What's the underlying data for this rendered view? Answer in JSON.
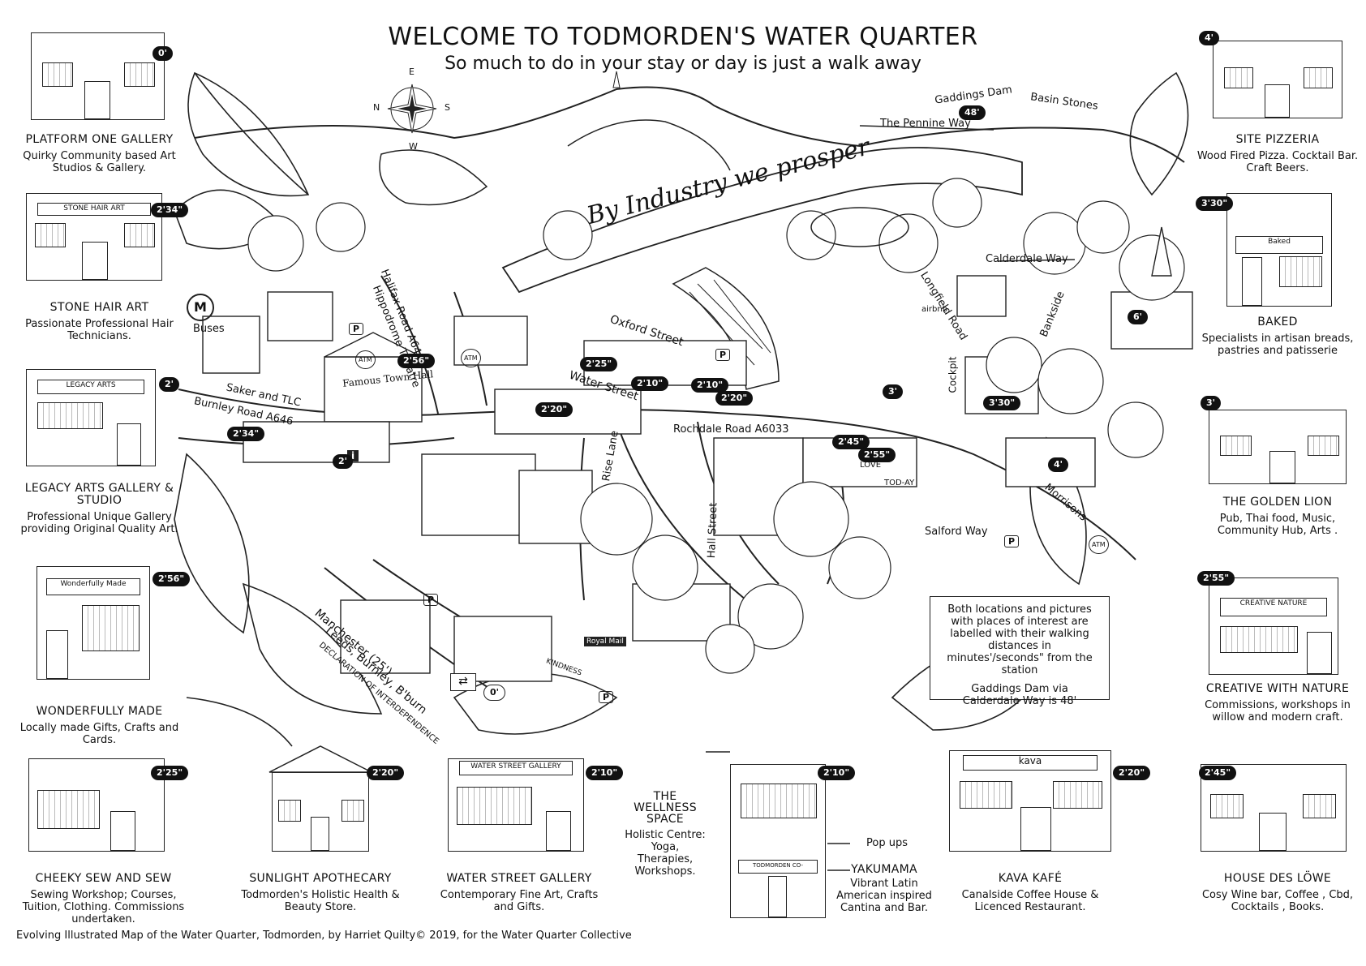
{
  "header": {
    "title": "WELCOME TO TODMORDEN'S WATER QUARTER",
    "subtitle": "So much to do in your stay or day is just a walk away"
  },
  "banner": {
    "motto": "By Industry we prosper"
  },
  "compass": {
    "n": "N",
    "e": "E",
    "s": "S",
    "w": "W"
  },
  "left_shops": [
    {
      "name": "PLATFORM ONE GALLERY",
      "desc": "Quirky Community based Art Studios & Gallery.",
      "time": "0'"
    },
    {
      "name": "STONE HAIR ART",
      "desc": "Passionate Professional Hair Technicians.",
      "time": "2'34\"",
      "sign": "STONE HAIR ART"
    },
    {
      "name": "LEGACY ARTS GALLERY & STUDIO",
      "desc": "Professional Unique Gallery providing Original Quality Art.",
      "time": "2'",
      "sign": "LEGACY ARTS"
    },
    {
      "name": "WONDERFULLY MADE",
      "desc": "Locally made Gifts, Crafts and Cards.",
      "time": "2'56\"",
      "sign": "Wonderfully Made"
    }
  ],
  "right_shops": [
    {
      "name": "SITE PIZZERIA",
      "desc": "Wood Fired Pizza. Cocktail Bar. Craft Beers.",
      "time": "4'"
    },
    {
      "name": "BAKED",
      "desc": "Specialists in artisan breads, pastries and patisserie",
      "time": "3'30\"",
      "sign": "Baked"
    },
    {
      "name": "THE GOLDEN LION",
      "desc": "Pub, Thai food, Music, Community Hub, Arts .",
      "time": "3'"
    },
    {
      "name": "CREATIVE WITH NATURE",
      "desc": "Commissions, workshops in willow and modern craft.",
      "time": "2'55\"",
      "sign": "CREATIVE NATURE"
    }
  ],
  "bottom_shops": [
    {
      "name": "CHEEKY SEW AND SEW",
      "desc": "Sewing Workshop; Courses, Tuition, Clothing. Commissions undertaken.",
      "time": "2'25\""
    },
    {
      "name": "SUNLIGHT APOTHECARY",
      "desc": "Todmorden's Holistic Health & Beauty Store.",
      "time": "2'20\""
    },
    {
      "name": "WATER STREET GALLERY",
      "desc": "Contemporary Fine Art, Crafts and Gifts.",
      "time": "2'10\"",
      "sign": "WATER STREET GALLERY"
    },
    {
      "name": "KAVA KAFÉ",
      "desc": "Canalside Coffee House & Licenced Restaurant.",
      "time": "2'20\"",
      "sign": "kava"
    },
    {
      "name": "HOUSE DES LÖWE",
      "desc": "Cosy Wine bar, Coffee , Cbd, Cocktails , Books.",
      "time": "2'45\""
    }
  ],
  "coop": {
    "time": "2'10\"",
    "sign": "TODMORDEN CO-OPERATIVE",
    "wellness_name": "THE WELLNESS SPACE",
    "wellness_desc": "Holistic Centre: Yoga, Therapies, Workshops.",
    "popups": "Pop ups",
    "yakumama_name": "YAKUMAMA",
    "yakumama_desc": "Vibrant Latin American inspired Cantina and Bar."
  },
  "map_labels": {
    "gaddings_dam": "Gaddings Dam",
    "gaddings_time": "48'",
    "basin_stones": "Basin Stones",
    "pennine_way": "The Pennine Way",
    "calderdale_way": "Calderdale Way",
    "bankside": "Bankside",
    "longfield_road": "Longfield Road",
    "cockpit": "Cockpit",
    "oxford_street": "Oxford Street",
    "water_street": "Water Street",
    "rochdale_road": "Rochdale Road A6033",
    "halifax_road": "Halifax Road A646",
    "hippodrome": "Hippodrome Theatre",
    "famous_town_hall": "Famous Town Hall",
    "saker_tlc": "Saker and TLC",
    "burnley_road": "Burnley Road A646",
    "buses": "Buses",
    "rise_lane": "Rise Lane",
    "hall_street": "Hall Street",
    "salford_way": "Salford Way",
    "morrisons": "Morrisons",
    "manchester": "Manchester (25')",
    "leeds": "Leeds, Burnley, B'burn",
    "declaration": "DECLARATION OF INTERDEPENDENCE",
    "royal_mail": "Royal Mail",
    "kindness": "KINDNESS",
    "love": "LOVE",
    "today": "TOD-AY",
    "airbnb": "airbnb",
    "atm": "ATM",
    "parking": "P",
    "info": "i",
    "station_time": "0'",
    "t_256": "2'56\"",
    "t_225": "2'25\"",
    "t_210": "2'10\"",
    "t_210b": "2'10\"",
    "t_220": "2'20\"",
    "t_220b": "2'20\"",
    "t_234": "2'34\"",
    "t_2": "2'",
    "t_245": "2'45\"",
    "t_255": "2'55\"",
    "t_3": "3'",
    "t_330": "3'30\"",
    "t_4": "4'",
    "t_6": "6'"
  },
  "info_box": {
    "text": "Both locations and pictures with places of interest are labelled with their walking distances in minutes'/seconds\" from the station",
    "note": "Gaddings Dam via Calderdale Way is 48'"
  },
  "credit": "Evolving Illustrated Map of the Water Quarter, Todmorden, by Harriet Quilty© 2019, for the Water Quarter Collective"
}
